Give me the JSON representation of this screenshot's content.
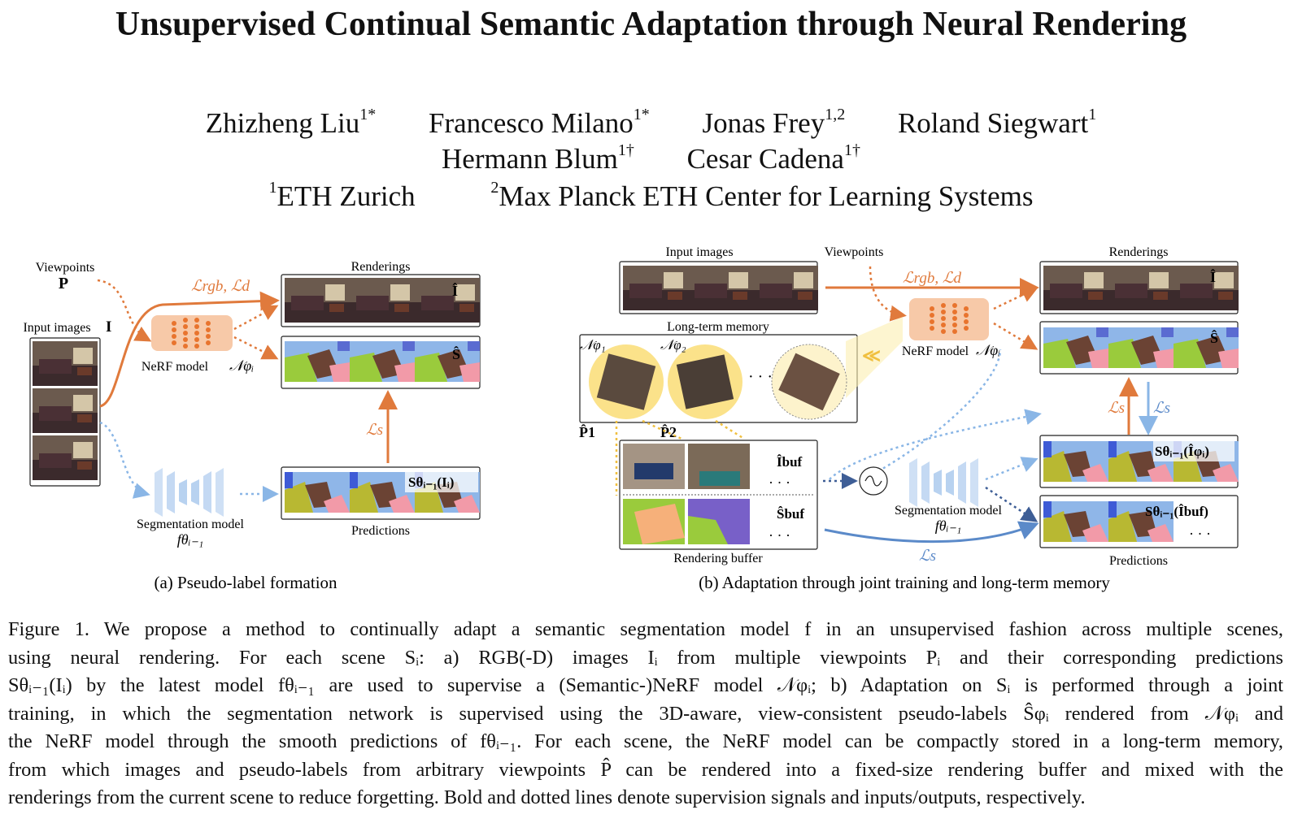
{
  "paper": {
    "title": "Unsupervised Continual Semantic Adaptation through Neural Rendering",
    "authors": [
      {
        "name": "Zhizheng Liu",
        "sup": "1*"
      },
      {
        "name": "Francesco Milano",
        "sup": "1*"
      },
      {
        "name": "Jonas Frey",
        "sup": "1,2"
      },
      {
        "name": "Roland Siegwart",
        "sup": "1"
      },
      {
        "name": "Hermann Blum",
        "sup": "1†"
      },
      {
        "name": "Cesar Cadena",
        "sup": "1†"
      }
    ],
    "affiliations": [
      {
        "sup": "1",
        "name": "ETH Zurich"
      },
      {
        "sup": "2",
        "name": "Max Planck ETH Center for Learning Systems"
      }
    ]
  },
  "figure": {
    "panel_a": {
      "caption": "(a) Pseudo-label formation",
      "viewpoints": "Viewpoints",
      "viewpoints_sym": "P",
      "input_images": "Input images",
      "input_sym": "I",
      "loss_top": "ℒrgb, ℒd",
      "nerf_label": "NeRF model",
      "renderings": "Renderings",
      "render_sym": "Î",
      "sem_sym": "Ŝ",
      "loss_s": "ℒs",
      "seg_model": "Segmentation model",
      "seg_sym": "f",
      "pred_sym": "S",
      "predictions": "Predictions"
    },
    "panel_b": {
      "caption": "(b) Adaptation through joint training and long-term memory",
      "input_images": "Input images",
      "viewpoints": "Viewpoints",
      "renderings": "Renderings",
      "loss_top": "ℒrgb, ℒd",
      "long_term_memory": "Long-term memory",
      "nerf_label": "NeRF model",
      "p1": "P̂1",
      "p2": "P̂2",
      "ibuf": "Îbuf",
      "sbuf": "Ŝbuf",
      "dots": "· · ·",
      "rendering_buffer": "Rendering buffer",
      "seg_model": "Segmentation model",
      "predictions": "Predictions",
      "loss_s": "ℒs"
    }
  },
  "caption_lines": [
    "Figure 1. We propose a method to continually adapt a semantic segmentation model f in an unsupervised fashion across multiple scenes,",
    "using neural rendering.  For each scene Sᵢ:  a) RGB(-D) images Iᵢ from multiple viewpoints Pᵢ and their corresponding predictions",
    "Sθᵢ₋₁(Iᵢ) by the latest model fθᵢ₋₁ are used to supervise a (Semantic-)NeRF model 𝒩φᵢ; b) Adaptation on Sᵢ is performed through a joint",
    "training, in which the segmentation network is supervised using the 3D-aware, view-consistent pseudo-labels Ŝφᵢ rendered from 𝒩φᵢ and",
    "the NeRF model through the smooth predictions of fθᵢ₋₁. For each scene, the NeRF model can be compactly stored in a long-term memory,",
    "from which images and pseudo-labels from arbitrary viewpoints P̂ can be rendered into a fixed-size rendering buffer and mixed with the",
    "renderings from the current scene to reduce forgetting. Bold and dotted lines denote supervision signals and inputs/outputs, respectively."
  ]
}
